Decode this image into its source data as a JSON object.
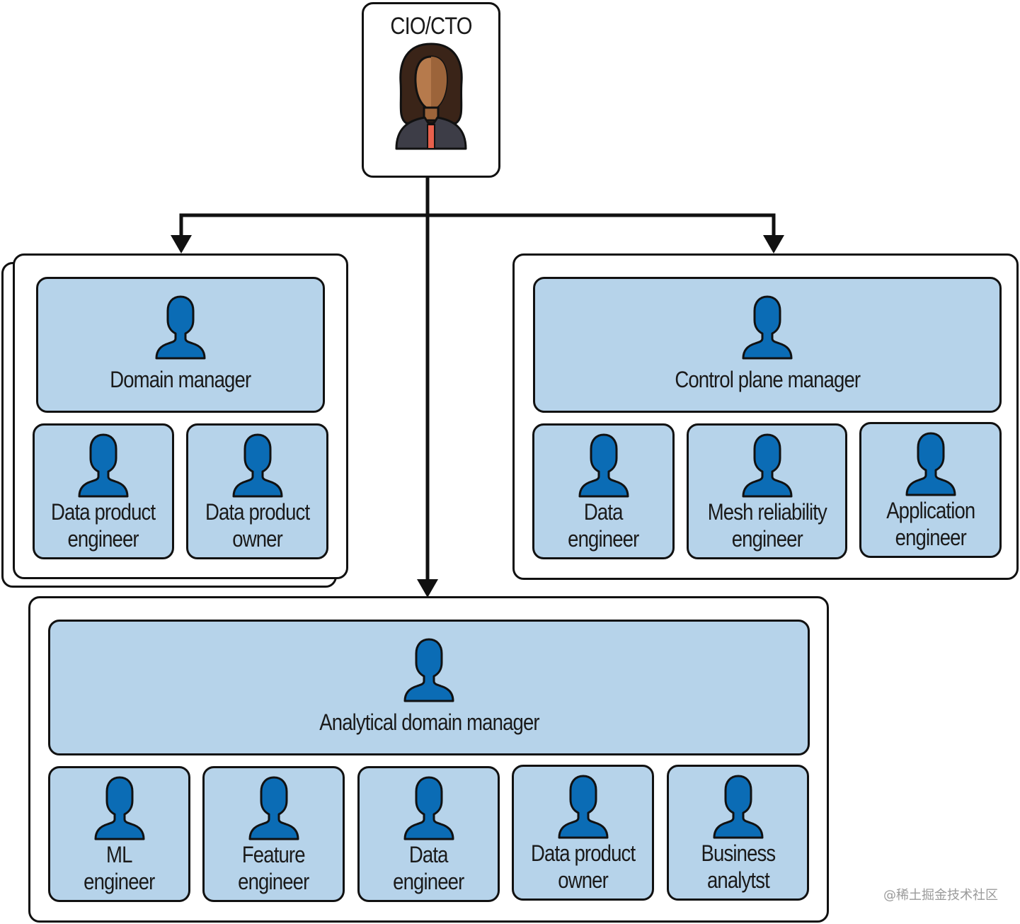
{
  "chart": {
    "top": {
      "title": "CIO/CTO"
    },
    "domain_team": {
      "manager": "Domain manager",
      "members": [
        "Data product\nengineer",
        "Data product\nowner"
      ]
    },
    "control_plane_team": {
      "manager": "Control plane manager",
      "members": [
        "Data\nengineer",
        "Mesh reliability\nengineer",
        "Application\nengineer"
      ]
    },
    "analytical_team": {
      "manager": "Analytical domain manager",
      "members": [
        "ML\nengineer",
        "Feature\nengineer",
        "Data\nengineer",
        "Data product\nowner",
        "Business\nanalytst"
      ]
    }
  },
  "watermark": "@稀土掘金技术社区",
  "colors": {
    "card_fill": "#b6d3ea",
    "person_icon": "#0b6cb5",
    "line": "#111111"
  },
  "icons": {
    "person": "person-icon",
    "executive": "executive-avatar-icon"
  }
}
